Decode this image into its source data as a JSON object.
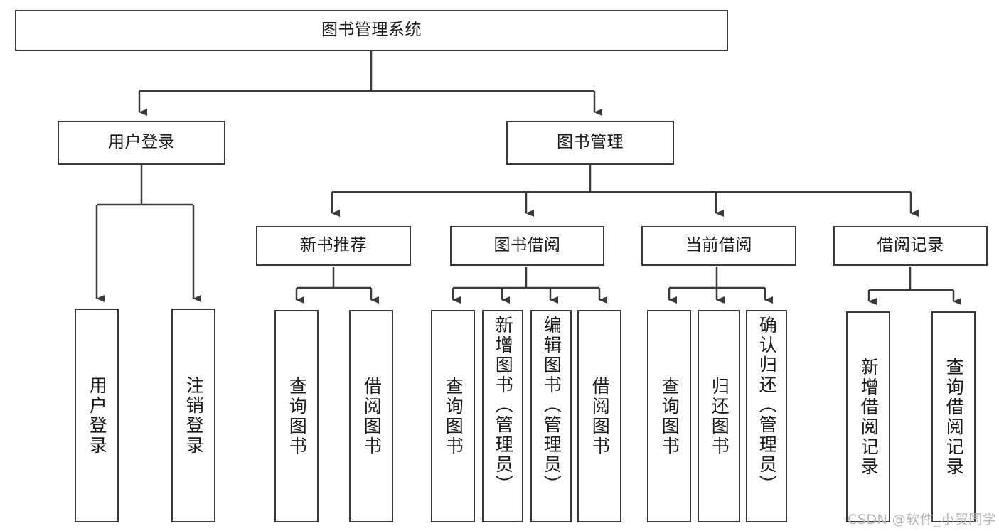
{
  "diagram": {
    "title_node": {
      "label": "图书管理系统"
    },
    "level2": [
      {
        "id": "user-login",
        "label": "用户登录"
      },
      {
        "id": "book-manage",
        "label": "图书管理"
      }
    ],
    "level3": [
      {
        "id": "new-book-recommend",
        "label": "新书推荐"
      },
      {
        "id": "book-borrow",
        "label": "图书借阅"
      },
      {
        "id": "current-borrow",
        "label": "当前借阅"
      },
      {
        "id": "borrow-record",
        "label": "借阅记录"
      }
    ],
    "leaves": {
      "user_login": [
        {
          "id": "leaf-user-login",
          "label": "用户登录"
        },
        {
          "id": "leaf-logout-login",
          "label": "注销登录"
        }
      ],
      "new_book_recommend": [
        {
          "id": "leaf-query-book-1",
          "label": "查询图书"
        },
        {
          "id": "leaf-borrow-book-1",
          "label": "借阅图书"
        }
      ],
      "book_borrow": [
        {
          "id": "leaf-query-book-2",
          "label": "查询图书"
        },
        {
          "id": "leaf-add-book",
          "label": "新增图书（管理员）"
        },
        {
          "id": "leaf-edit-book",
          "label": "编辑图书（管理员）"
        },
        {
          "id": "leaf-borrow-book-2",
          "label": "借阅图书"
        }
      ],
      "current_borrow": [
        {
          "id": "leaf-query-book-3",
          "label": "查询图书"
        },
        {
          "id": "leaf-return-book",
          "label": "归还图书"
        },
        {
          "id": "leaf-confirm-return",
          "label": "确认归还（管理员）"
        }
      ],
      "borrow_record": [
        {
          "id": "leaf-add-record",
          "label": "新增借阅记录"
        },
        {
          "id": "leaf-query-record",
          "label": "查询借阅记录"
        }
      ]
    }
  },
  "watermark": {
    "text": "CSDN @软件_小贺同学"
  },
  "colors": {
    "border": "#3a3a3a",
    "background": "#ffffff",
    "text": "#1b1b1b",
    "watermark": "#b6b6b6"
  }
}
